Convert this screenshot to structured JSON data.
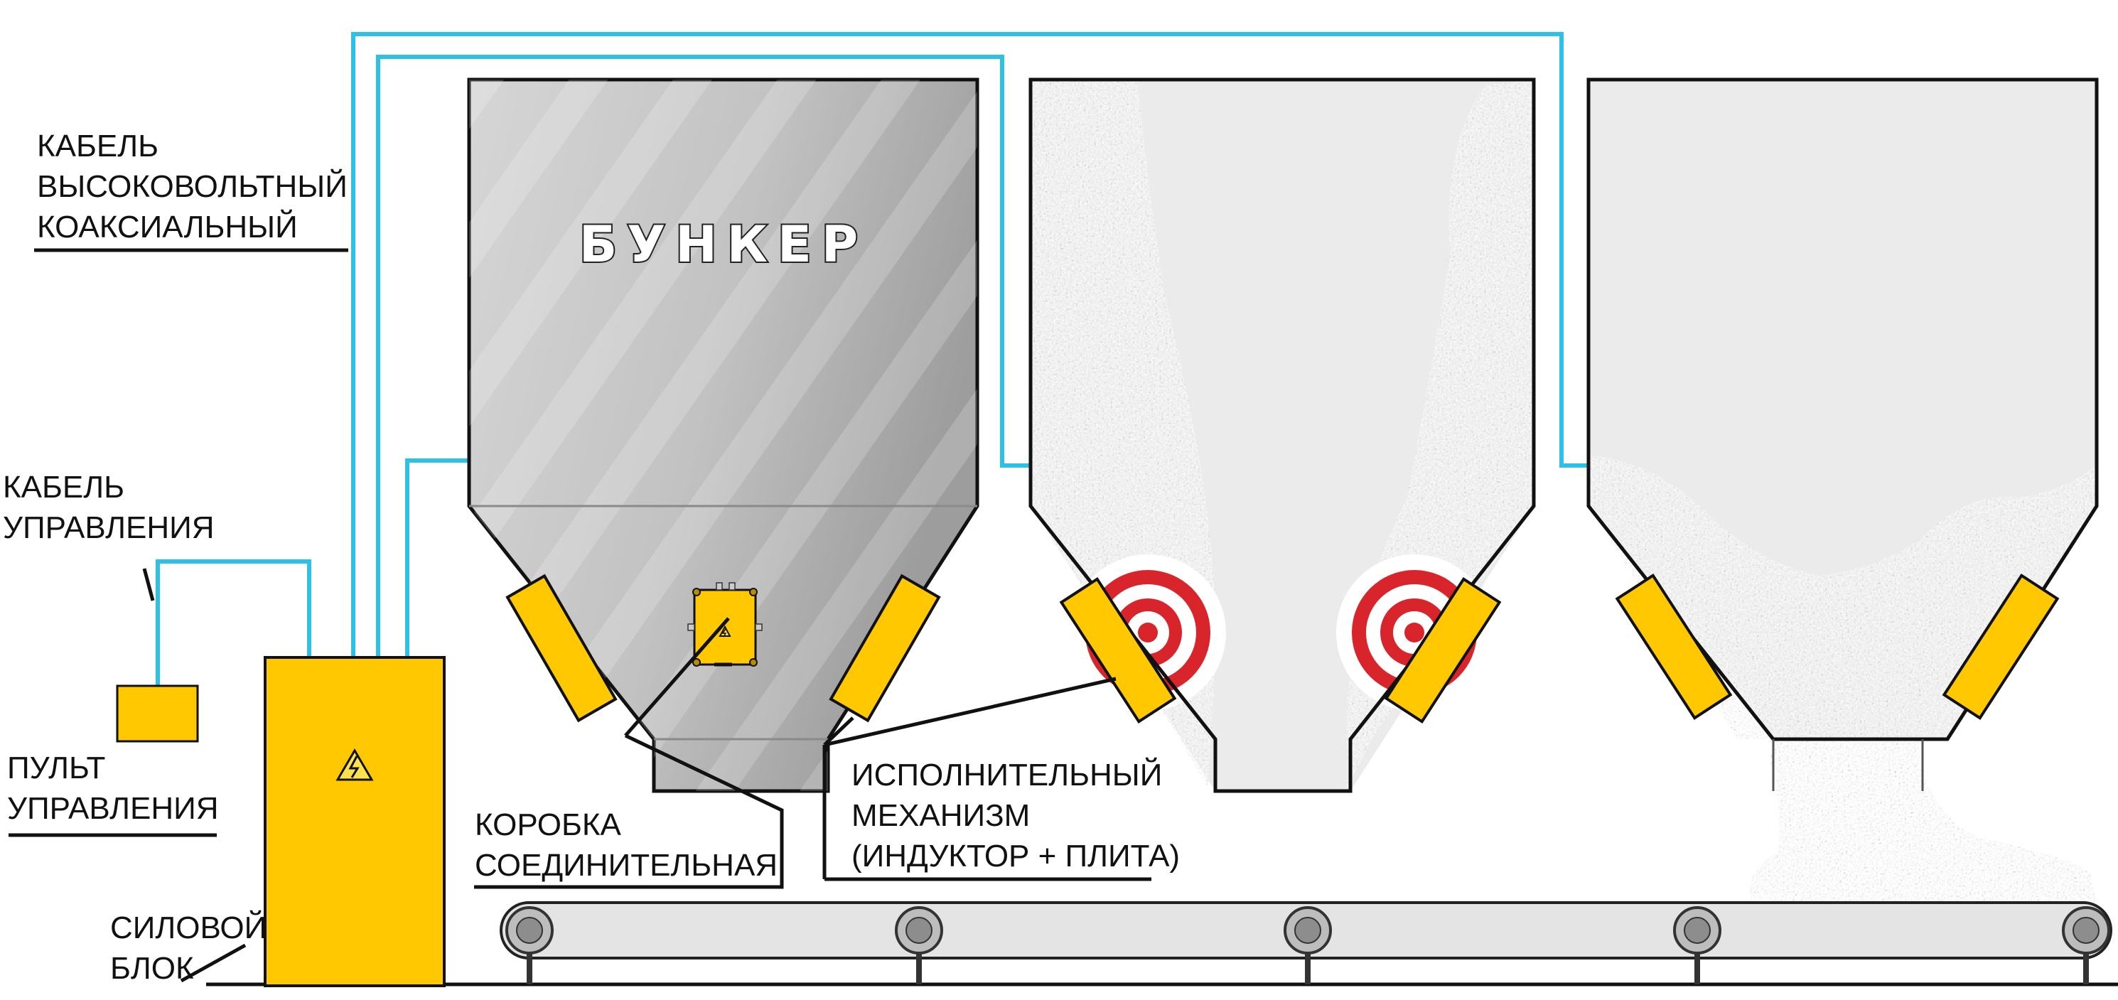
{
  "labels": {
    "cable_hv": [
      "КАБЕЛЬ",
      "ВЫСОКОВОЛЬТНЫЙ",
      "КОАКСИАЛЬНЫЙ"
    ],
    "cable_control": [
      "КАБЕЛЬ",
      "УПРАВЛЕНИЯ"
    ],
    "control_panel": [
      "ПУЛЬТ",
      "УПРАВЛЕНИЯ"
    ],
    "power_unit": [
      "СИЛОВОЙ",
      "БЛОК"
    ],
    "junction_box": [
      "КОРОБКА",
      "СОЕДИНИТЕЛЬНАЯ"
    ],
    "actuator": [
      "ИСПОЛНИТЕЛЬНЫЙ",
      "МЕХАНИЗМ",
      "(ИНДУКТОР + ПЛИТА)"
    ],
    "bunker_title": "БУНКЕР"
  },
  "colors": {
    "cable": "#2fc0e6",
    "equipment_yellow": "#ffc800",
    "bunker_gray": "#b9b9b9",
    "target_red": "#d8252b"
  },
  "icons": {
    "power_warning": "high-voltage-warning-icon",
    "box_warning": "high-voltage-warning-icon"
  }
}
